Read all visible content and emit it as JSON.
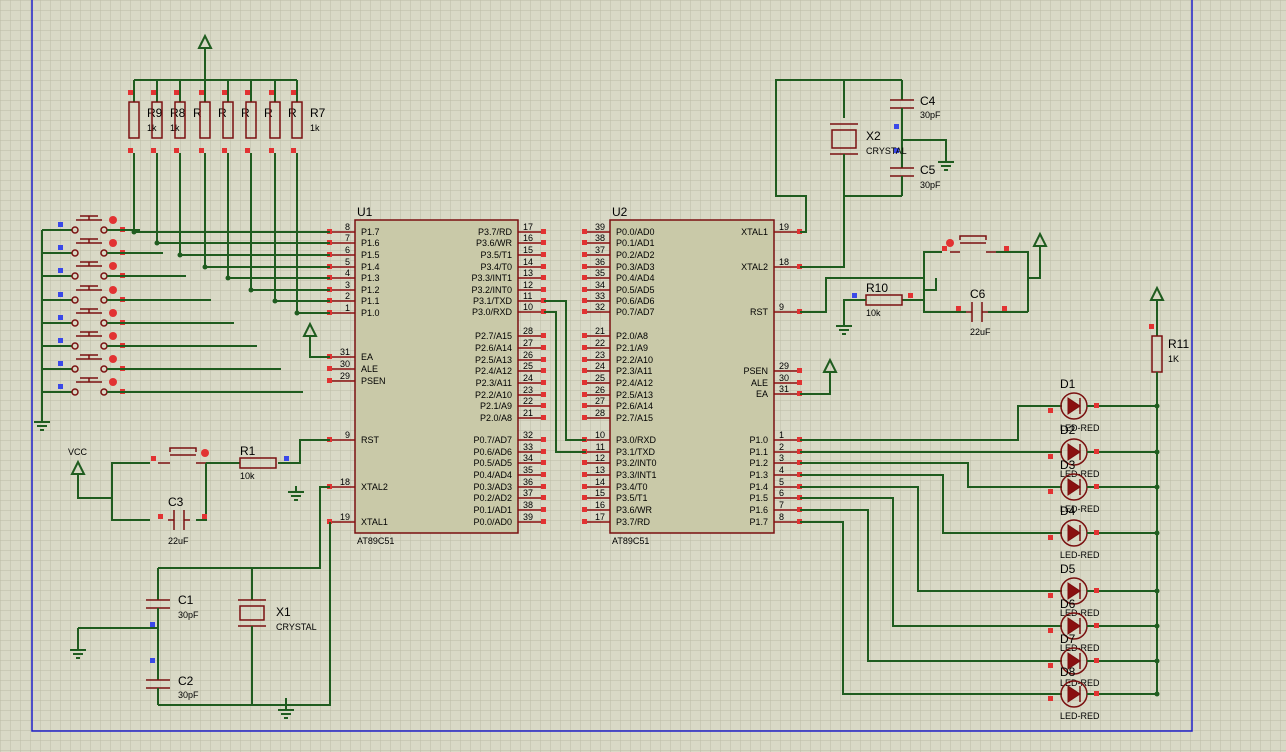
{
  "u1": {
    "ref": "U1",
    "part": "AT89C51",
    "left_pins": [
      {
        "num": "8",
        "name": "P1.7"
      },
      {
        "num": "7",
        "name": "P1.6"
      },
      {
        "num": "6",
        "name": "P1.5"
      },
      {
        "num": "5",
        "name": "P1.4"
      },
      {
        "num": "4",
        "name": "P1.3"
      },
      {
        "num": "3",
        "name": "P1.2"
      },
      {
        "num": "2",
        "name": "P1.1"
      },
      {
        "num": "1",
        "name": "P1.0"
      },
      {
        "num": "31",
        "name": "EA"
      },
      {
        "num": "30",
        "name": "ALE"
      },
      {
        "num": "29",
        "name": "PSEN"
      },
      {
        "num": "9",
        "name": "RST"
      },
      {
        "num": "18",
        "name": "XTAL2"
      },
      {
        "num": "19",
        "name": "XTAL1"
      }
    ],
    "right_pins": [
      {
        "num": "17",
        "name": "P3.7/RD"
      },
      {
        "num": "16",
        "name": "P3.6/WR"
      },
      {
        "num": "15",
        "name": "P3.5/T1"
      },
      {
        "num": "14",
        "name": "P3.4/T0"
      },
      {
        "num": "13",
        "name": "P3.3/INT1"
      },
      {
        "num": "12",
        "name": "P3.2/INT0"
      },
      {
        "num": "11",
        "name": "P3.1/TXD"
      },
      {
        "num": "10",
        "name": "P3.0/RXD"
      },
      {
        "num": "28",
        "name": "P2.7/A15"
      },
      {
        "num": "27",
        "name": "P2.6/A14"
      },
      {
        "num": "26",
        "name": "P2.5/A13"
      },
      {
        "num": "25",
        "name": "P2.4/A12"
      },
      {
        "num": "24",
        "name": "P2.3/A11"
      },
      {
        "num": "23",
        "name": "P2.2/A10"
      },
      {
        "num": "22",
        "name": "P2.1/A9"
      },
      {
        "num": "21",
        "name": "P2.0/A8"
      },
      {
        "num": "32",
        "name": "P0.7/AD7"
      },
      {
        "num": "33",
        "name": "P0.6/AD6"
      },
      {
        "num": "34",
        "name": "P0.5/AD5"
      },
      {
        "num": "35",
        "name": "P0.4/AD4"
      },
      {
        "num": "36",
        "name": "P0.3/AD3"
      },
      {
        "num": "37",
        "name": "P0.2/AD2"
      },
      {
        "num": "38",
        "name": "P0.1/AD1"
      },
      {
        "num": "39",
        "name": "P0.0/AD0"
      }
    ]
  },
  "u2": {
    "ref": "U2",
    "part": "AT89C51",
    "left_pins": [
      {
        "num": "39",
        "name": "P0.0/AD0"
      },
      {
        "num": "38",
        "name": "P0.1/AD1"
      },
      {
        "num": "37",
        "name": "P0.2/AD2"
      },
      {
        "num": "36",
        "name": "P0.3/AD3"
      },
      {
        "num": "35",
        "name": "P0.4/AD4"
      },
      {
        "num": "34",
        "name": "P0.5/AD5"
      },
      {
        "num": "33",
        "name": "P0.6/AD6"
      },
      {
        "num": "32",
        "name": "P0.7/AD7"
      },
      {
        "num": "21",
        "name": "P2.0/A8"
      },
      {
        "num": "22",
        "name": "P2.1/A9"
      },
      {
        "num": "23",
        "name": "P2.2/A10"
      },
      {
        "num": "24",
        "name": "P2.3/A11"
      },
      {
        "num": "25",
        "name": "P2.4/A12"
      },
      {
        "num": "26",
        "name": "P2.5/A13"
      },
      {
        "num": "27",
        "name": "P2.6/A14"
      },
      {
        "num": "28",
        "name": "P2.7/A15"
      },
      {
        "num": "10",
        "name": "P3.0/RXD"
      },
      {
        "num": "11",
        "name": "P3.1/TXD"
      },
      {
        "num": "12",
        "name": "P3.2/INT0"
      },
      {
        "num": "13",
        "name": "P3.3/INT1"
      },
      {
        "num": "14",
        "name": "P3.4/T0"
      },
      {
        "num": "15",
        "name": "P3.5/T1"
      },
      {
        "num": "16",
        "name": "P3.6/WR"
      },
      {
        "num": "17",
        "name": "P3.7/RD"
      }
    ],
    "right_pins": [
      {
        "num": "19",
        "name": "XTAL1"
      },
      {
        "num": "18",
        "name": "XTAL2"
      },
      {
        "num": "9",
        "name": "RST"
      },
      {
        "num": "29",
        "name": "PSEN"
      },
      {
        "num": "30",
        "name": "ALE"
      },
      {
        "num": "31",
        "name": "EA"
      },
      {
        "num": "1",
        "name": "P1.0"
      },
      {
        "num": "2",
        "name": "P1.1"
      },
      {
        "num": "3",
        "name": "P1.2"
      },
      {
        "num": "4",
        "name": "P1.3"
      },
      {
        "num": "5",
        "name": "P1.4"
      },
      {
        "num": "6",
        "name": "P1.5"
      },
      {
        "num": "7",
        "name": "P1.6"
      },
      {
        "num": "8",
        "name": "P1.7"
      }
    ]
  },
  "resistor_bank": [
    {
      "ref": "R9",
      "value": "1k"
    },
    {
      "ref": "R8",
      "value": "1k"
    },
    {
      "ref": "R",
      "value": ""
    },
    {
      "ref": "R",
      "value": ""
    },
    {
      "ref": "R",
      "value": ""
    },
    {
      "ref": "R",
      "value": ""
    },
    {
      "ref": "R",
      "value": ""
    },
    {
      "ref": "R7",
      "value": "1k"
    }
  ],
  "components": {
    "r1": {
      "ref": "R1",
      "value": "10k"
    },
    "r10": {
      "ref": "R10",
      "value": "10k"
    },
    "r11": {
      "ref": "R11",
      "value": "1K"
    },
    "c1": {
      "ref": "C1",
      "value": "30pF"
    },
    "c2": {
      "ref": "C2",
      "value": "30pF"
    },
    "c3": {
      "ref": "C3",
      "value": "22uF"
    },
    "c4": {
      "ref": "C4",
      "value": "30pF"
    },
    "c5": {
      "ref": "C5",
      "value": "30pF"
    },
    "c6": {
      "ref": "C6",
      "value": "22uF"
    },
    "x1": {
      "ref": "X1",
      "value": "CRYSTAL"
    },
    "x2": {
      "ref": "X2",
      "value": "CRYSTAL"
    },
    "vcc": "VCC"
  },
  "leds": [
    {
      "ref": "D1",
      "value": "LED-RED"
    },
    {
      "ref": "D2",
      "value": "LED-RED"
    },
    {
      "ref": "D3",
      "value": "LED-RED"
    },
    {
      "ref": "D4",
      "value": "LED-RED"
    },
    {
      "ref": "D5",
      "value": "LED-RED"
    },
    {
      "ref": "D6",
      "value": "LED-RED"
    },
    {
      "ref": "D7",
      "value": "LED-RED"
    },
    {
      "ref": "D8",
      "value": "LED-RED"
    }
  ],
  "colors": {
    "background": "#d9d9c6",
    "grid": "#bcbca6",
    "wire": "#1f5c1f",
    "component": "#7a1010",
    "chip_fill": "#c9c9a8",
    "border": "#2020c8"
  }
}
